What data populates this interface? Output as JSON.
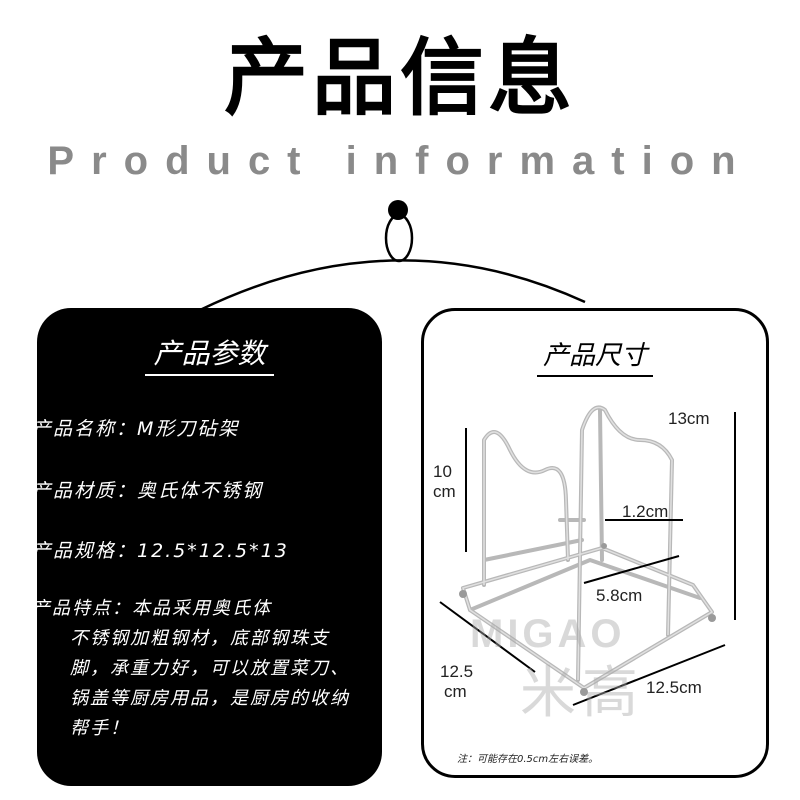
{
  "header": {
    "title": "产品信息",
    "subtitle": "Product information"
  },
  "parameters": {
    "heading": "产品参数",
    "name": "产品名称：M形刀砧架",
    "material": "产品材质：奥氏体不锈钢",
    "spec": "产品规格：12.5*12.5*13",
    "feature_label": "产品特点：本品采用奥氏体",
    "feature_text": "不锈钢加粗钢材，底部钢珠支脚，承重力好，可以放置菜刀、锅盖等厨房用品，是厨房的收纳帮手！"
  },
  "dimensions": {
    "heading": "产品尺寸",
    "height_13": "13cm",
    "height_10_line1": "10",
    "height_10_line2": "cm",
    "gap": "1.2cm",
    "inner_width": "5.8cm",
    "depth_line1": "12.5",
    "depth_line2": "cm",
    "width": "12.5cm",
    "note": "注：可能存在0.5cm左右误差。"
  },
  "watermark": {
    "en": "MIGAO",
    "cn": "米高"
  },
  "colors": {
    "panel_dark": "#000000",
    "subtitle_gray": "#8a8a8a"
  }
}
